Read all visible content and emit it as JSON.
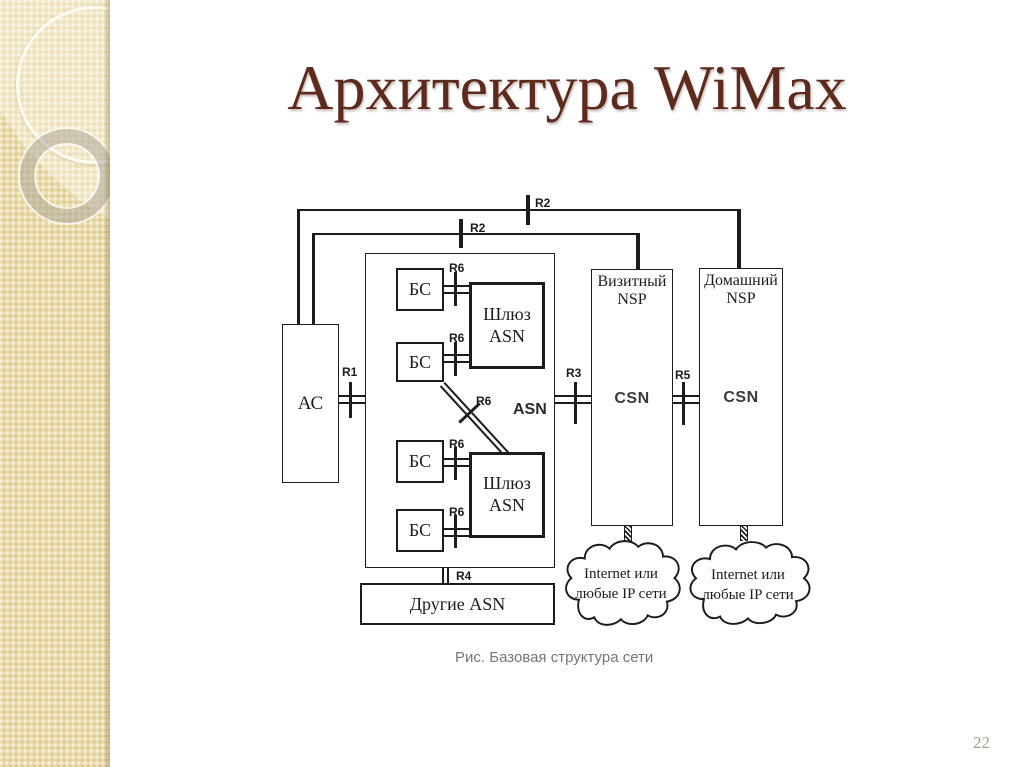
{
  "slide": {
    "title": "Архитектура WiMax",
    "page_number": "22",
    "caption": "Рис. Базовая структура сети",
    "colors": {
      "background": "#ffffff",
      "sidebar_band": "#ecddae",
      "title_text": "#5d2a1e",
      "diagram_line": "#1c1c1c",
      "caption_text": "#73767b",
      "page_number_text": "#a89e8e"
    }
  },
  "diagram": {
    "nodes": {
      "ac": "АС",
      "bs": "БС",
      "gateway": {
        "line1": "Шлюз",
        "line2": "ASN"
      },
      "asn_zone": "ASN",
      "visiting_nsp": {
        "line1": "Визитный",
        "line2": "NSP"
      },
      "home_nsp": {
        "line1": "Домашний",
        "line2": "NSP"
      },
      "csn": "CSN",
      "other_asn": "Другие ASN",
      "cloud": {
        "line1": "Internet или",
        "line2": "любые IP сети"
      }
    },
    "ref_points": {
      "r1": "R1",
      "r2": "R2",
      "r3": "R3",
      "r4": "R4",
      "r5": "R5",
      "r6": "R6"
    }
  }
}
